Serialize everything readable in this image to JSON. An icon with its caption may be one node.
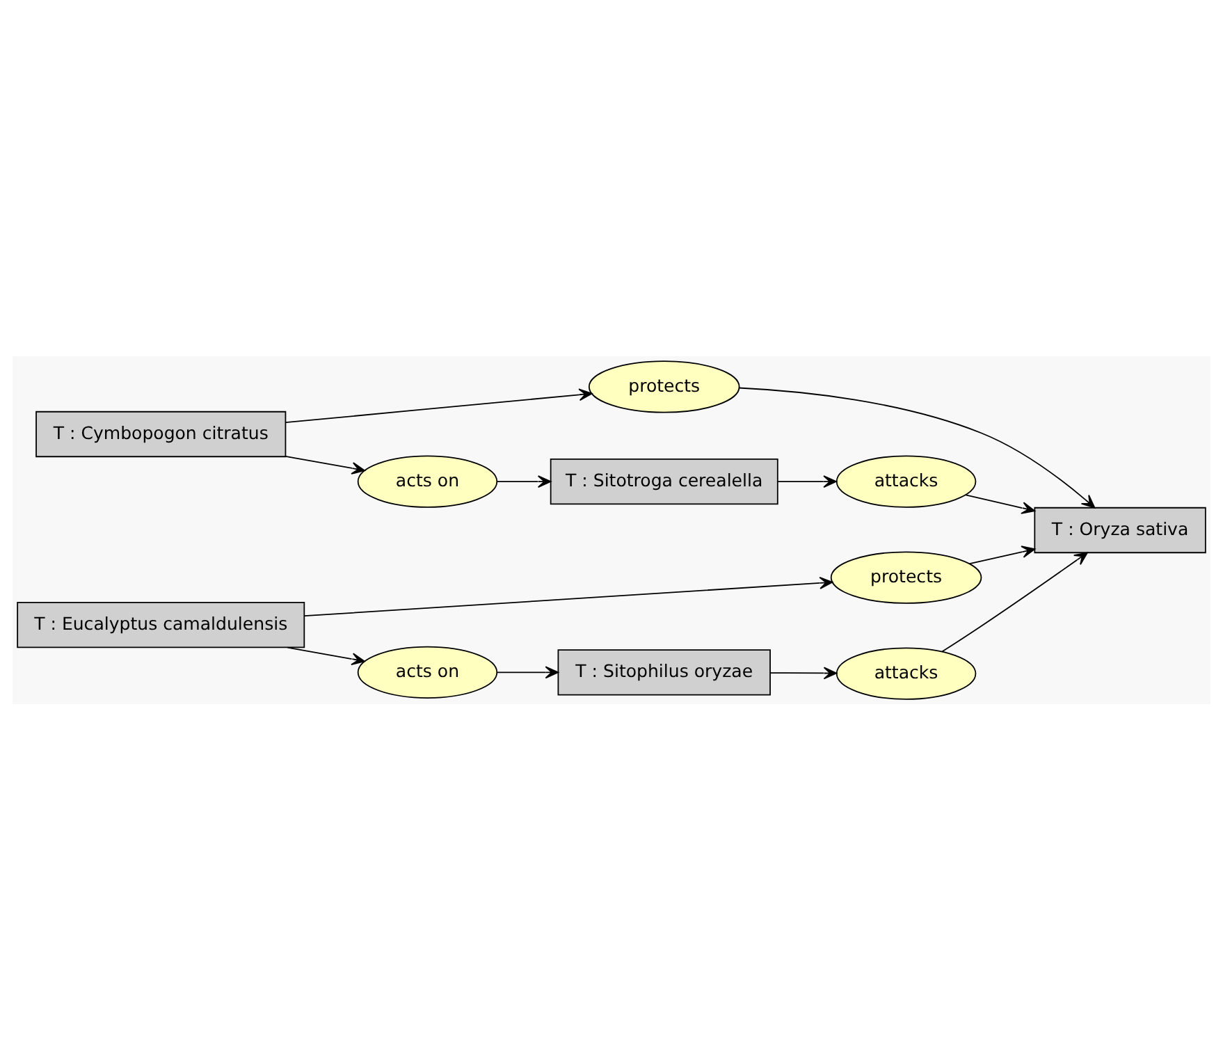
{
  "diagram": {
    "nodes": [
      {
        "text": [
          "T : Cymbopogon citratus"
        ]
      },
      {
        "text": [
          "protects"
        ]
      },
      {
        "text": [
          "acts on"
        ]
      },
      {
        "text": [
          "T : Sitotroga cerealella"
        ]
      },
      {
        "text": [
          "attacks"
        ]
      },
      {
        "text": [
          "T : Eucalyptus camaldulensis"
        ]
      },
      {
        "text": [
          "protects"
        ]
      },
      {
        "text": [
          "T : Oryza sativa"
        ]
      },
      {
        "text": [
          "acts on"
        ]
      },
      {
        "text": [
          "attacks"
        ]
      },
      {
        "text": [
          "T : Sitophilus oryzae"
        ]
      }
    ],
    "edges": [
      {
        "from": 0,
        "to": 1,
        "arrow": "to"
      },
      {
        "from": 1,
        "to": 7,
        "arrow": "to"
      },
      {
        "from": 0,
        "to": 2,
        "arrow": "to"
      },
      {
        "from": 2,
        "to": 3,
        "arrow": "to"
      },
      {
        "from": 3,
        "to": 4,
        "arrow": "to"
      },
      {
        "from": 4,
        "to": 7,
        "arrow": "to"
      },
      {
        "from": 5,
        "to": 6,
        "arrow": "to"
      },
      {
        "from": 6,
        "to": 7,
        "arrow": "to"
      },
      {
        "from": 5,
        "to": 8,
        "arrow": "to"
      },
      {
        "from": 8,
        "to": 10,
        "arrow": "to"
      },
      {
        "from": 10,
        "to": 9,
        "arrow": "to"
      },
      {
        "from": 9,
        "to": 7,
        "arrow": "to"
      }
    ]
  }
}
